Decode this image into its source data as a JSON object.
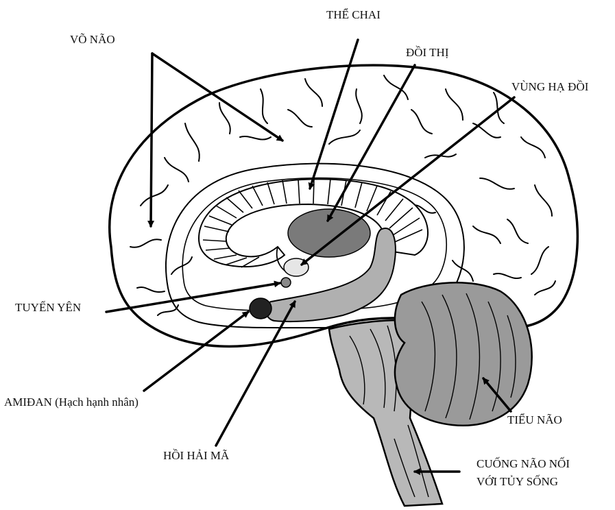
{
  "labels": {
    "vo_nao": "VÕ NÃO",
    "the_chai": "THỂ CHAI",
    "doi_thi": "ĐỒI THỊ",
    "vung_ha_doi": "VÙNG HẠ ĐỒI",
    "tuyen_yen": "TUYẾN YÊN",
    "amidan": "AMIĐAN (Hạch hạnh nhân)",
    "hoi_hai_ma": "HỒI HẢI MÃ",
    "tieu_nao": "TIỂU NÃO",
    "cuong_nao_line1": "CUỐNG NÃO NỐI",
    "cuong_nao_line2": "VỚI TỦY SỐNG"
  },
  "colors": {
    "outline": "#000000",
    "thalamus": "#7a7a7a",
    "cerebellum": "#9a9a9a",
    "brainstem": "#b8b8b8",
    "hippocampus": "#b0b0b0",
    "hypothalamus": "#e6e6e6",
    "amygdala": "#222222",
    "pituitary": "#8a8a8a"
  }
}
